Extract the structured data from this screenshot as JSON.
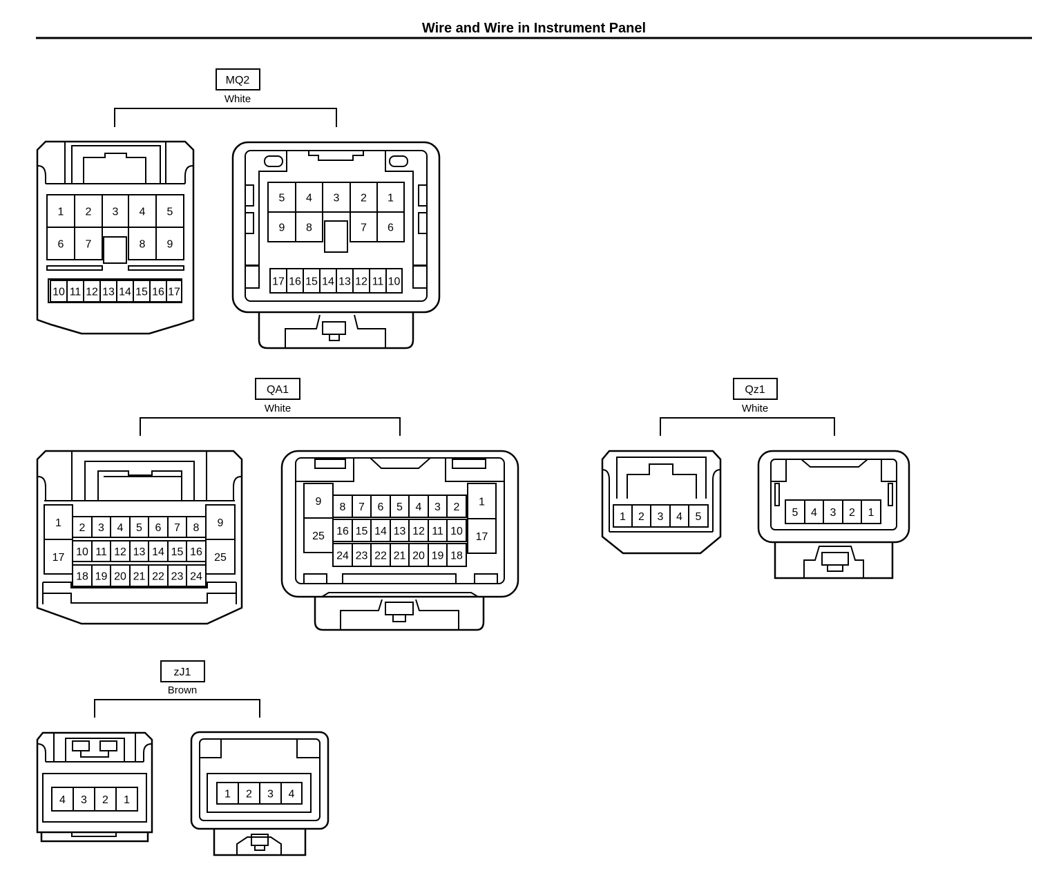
{
  "title": "Wire and Wire in Instrument Panel",
  "connectors": [
    {
      "code": "MQ2",
      "color": "White",
      "left_pins": [
        "1",
        "2",
        "3",
        "4",
        "5",
        "6",
        "7",
        "8",
        "9",
        "10",
        "11",
        "12",
        "13",
        "14",
        "15",
        "16",
        "17"
      ],
      "right_pins": [
        "5",
        "4",
        "3",
        "2",
        "1",
        "9",
        "8",
        "7",
        "6",
        "17",
        "16",
        "15",
        "14",
        "13",
        "12",
        "11",
        "10"
      ]
    },
    {
      "code": "QA1",
      "color": "White",
      "left_pins": [
        "1",
        "17",
        "2",
        "3",
        "4",
        "5",
        "6",
        "7",
        "8",
        "10",
        "11",
        "12",
        "13",
        "14",
        "15",
        "16",
        "18",
        "19",
        "20",
        "21",
        "22",
        "23",
        "24",
        "9",
        "25"
      ],
      "right_pins": [
        "9",
        "25",
        "8",
        "7",
        "6",
        "5",
        "4",
        "3",
        "2",
        "16",
        "15",
        "14",
        "13",
        "12",
        "11",
        "10",
        "24",
        "23",
        "22",
        "21",
        "20",
        "19",
        "18",
        "1",
        "17"
      ]
    },
    {
      "code": "Qz1",
      "color": "White",
      "left_pins": [
        "1",
        "2",
        "3",
        "4",
        "5"
      ],
      "right_pins": [
        "5",
        "4",
        "3",
        "2",
        "1"
      ]
    },
    {
      "code": "zJ1",
      "color": "Brown",
      "left_pins": [
        "4",
        "3",
        "2",
        "1"
      ],
      "right_pins": [
        "1",
        "2",
        "3",
        "4"
      ]
    }
  ]
}
